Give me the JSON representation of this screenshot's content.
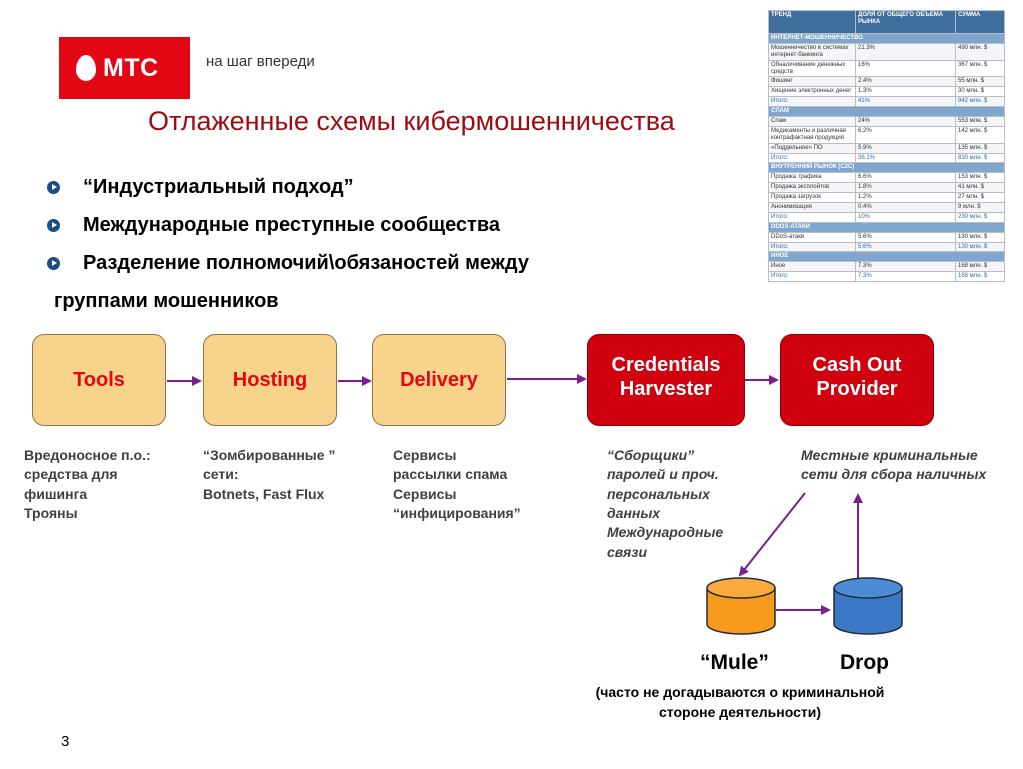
{
  "logo": {
    "text": "МТС",
    "slogan": "на шаг впереди"
  },
  "title": "Отлаженные схемы кибермошенничества",
  "bullets": [
    "“Индустриальный подход”",
    "Международные преступные сообщества",
    "Разделение полномочий\\обязаностей между"
  ],
  "bullet_3_continuation": "группами мошенников",
  "flow": {
    "boxes": [
      {
        "label_lines": [
          "Tools"
        ]
      },
      {
        "label_lines": [
          "Hosting"
        ]
      },
      {
        "label_lines": [
          "Delivery"
        ]
      },
      {
        "label_lines": [
          "Credentials",
          "Harvester"
        ]
      },
      {
        "label_lines": [
          "Cash Out",
          "Provider"
        ]
      }
    ],
    "descriptions": [
      [
        "Вредоносное п.о.:",
        "средства для",
        "фишинга",
        "Трояны"
      ],
      [
        "“Зомбированные ”",
        "сети:",
        "Botnets, Fast Flux"
      ],
      [
        "Сервисы",
        "рассылки спама",
        "Сервисы",
        "“инфицирования”"
      ],
      [
        "“Сборщики”",
        "паролей и проч.",
        "персональных",
        "данных",
        "Международные",
        "связи"
      ],
      [
        "Местные криминальные",
        "сети  для сбора наличных"
      ]
    ],
    "mule_label": "“Mule”",
    "drop_label": "Drop",
    "note_lines": [
      "(часто не догадываются о криминальной",
      "стороне деятельности)"
    ],
    "colors": {
      "tan": "#f7d38c",
      "red": "#d0000f",
      "arrow": "#7a1f8c",
      "mule": "#f79a1e",
      "drop": "#3b79c6"
    }
  },
  "page_number": "3",
  "market_table": {
    "headers": [
      "ТРЕНД",
      "ДОЛЯ ОТ ОБЩЕГО ОБЪЕМА РЫНКА",
      "СУММА"
    ],
    "rows": [
      {
        "section": "ИНТЕРНЕТ-МОШЕННИЧЕСТВО"
      },
      {
        "cells": [
          "Мошенничество в системах интернет-банкинга",
          "21.3%",
          "490 млн. $"
        ]
      },
      {
        "cells": [
          "Обналичивание денежных средств",
          "16%",
          "367 млн. $"
        ]
      },
      {
        "cells": [
          "Фишинг",
          "2.4%",
          "55 млн. $"
        ]
      },
      {
        "cells": [
          "Хищение электронных денег",
          "1.3%",
          "30 млн. $"
        ]
      },
      {
        "cells": [
          "Итого:",
          "41%",
          "942 млн. $"
        ],
        "total": true
      },
      {
        "section": "СПАМ"
      },
      {
        "cells": [
          "Спам",
          "24%",
          "553 млн. $"
        ]
      },
      {
        "cells": [
          "Медикаменты и различная контрафактная продукция",
          "6.2%",
          "142 млн. $"
        ]
      },
      {
        "cells": [
          "«Поддельное» ПО",
          "5.9%",
          "135 млн. $"
        ]
      },
      {
        "cells": [
          "Итого:",
          "36.1%",
          "830 млн. $"
        ],
        "total": true
      },
      {
        "section": "ВНУТРЕННИЙ РЫНОК (C2C)"
      },
      {
        "cells": [
          "Продажа трафика",
          "6.6%",
          "153 млн. $"
        ]
      },
      {
        "cells": [
          "Продажа эксплойтов",
          "1.8%",
          "41 млн. $"
        ]
      },
      {
        "cells": [
          "Продажа загрузок",
          "1.2%",
          "27 млн. $"
        ]
      },
      {
        "cells": [
          "Анонимизация",
          "0.4%",
          "9 млн. $"
        ]
      },
      {
        "cells": [
          "Итого:",
          "10%",
          "230 млн. $"
        ],
        "total": true
      },
      {
        "section": "DDOS-АТАКИ"
      },
      {
        "cells": [
          "DDoS-атаки",
          "5.6%",
          "130 млн. $"
        ]
      },
      {
        "cells": [
          "Итого:",
          "5.6%",
          "130 млн. $"
        ],
        "total": true
      },
      {
        "section": "ИНОЕ"
      },
      {
        "cells": [
          "Иное",
          "7.3%",
          "168 млн. $"
        ]
      },
      {
        "cells": [
          "Итого:",
          "7.3%",
          "168 млн. $"
        ],
        "total": true
      }
    ]
  }
}
